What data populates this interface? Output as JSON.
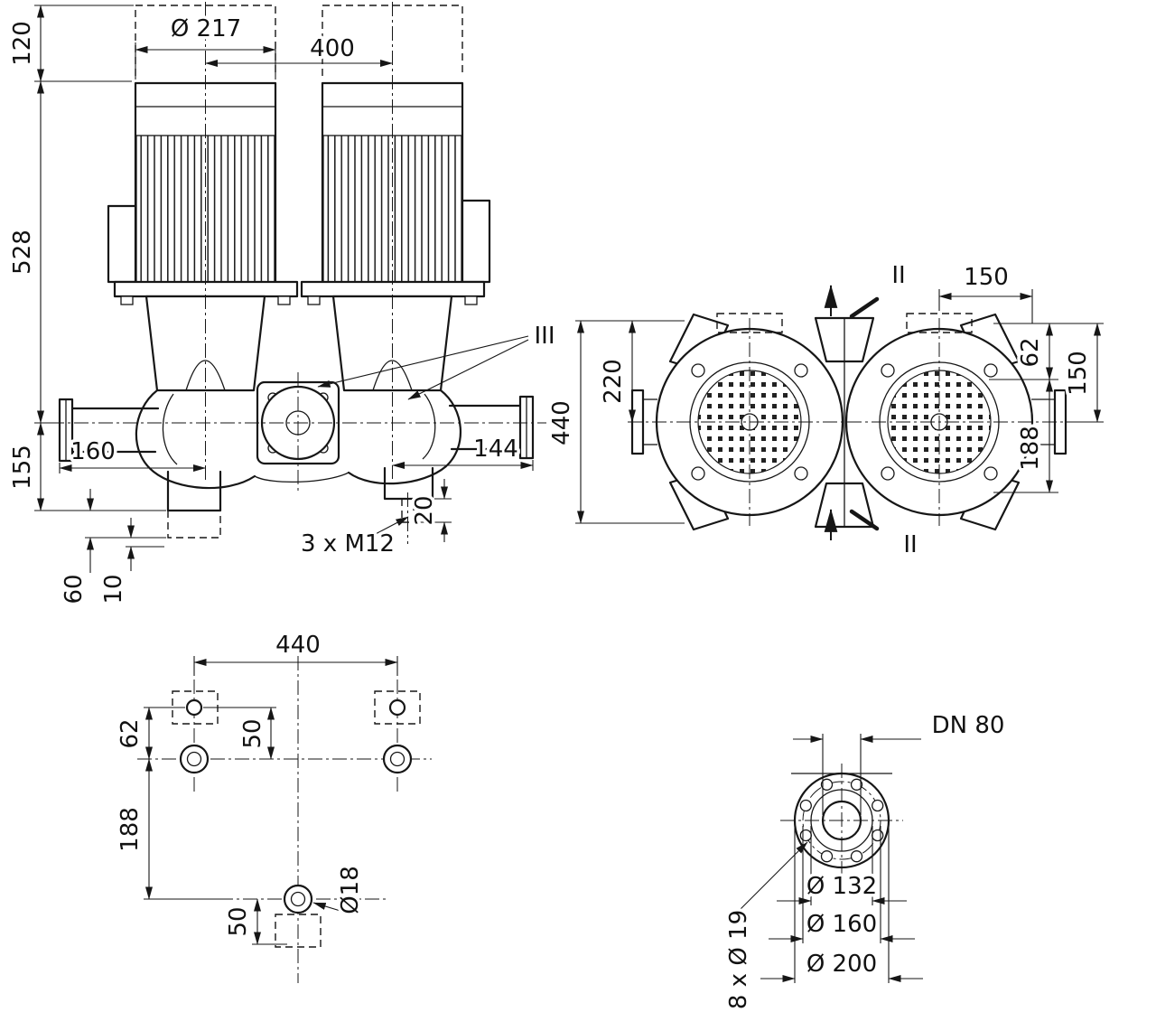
{
  "style": {
    "ink": "#161616",
    "background": "#ffffff"
  },
  "drawing": {
    "front_view": {
      "motor_diameter": "Ø 217",
      "motor_spacing": "400",
      "dim_top": "120",
      "dim_height": "528",
      "dim_base": "155",
      "dim_port_left": "160",
      "dim_port_right": "144",
      "dim_drain_depth": "20",
      "thread_callout": "3 x M12",
      "dim_foot_60": "60",
      "dim_foot_10": "10",
      "section_marker": "III"
    },
    "top_view": {
      "dim_150_top": "150",
      "dim_220": "220",
      "dim_440": "440",
      "dim_62": "62",
      "dim_150_right": "150",
      "dim_188": "188",
      "section_marker_top": "II",
      "section_marker_bottom": "II"
    },
    "base_view": {
      "dim_440": "440",
      "dim_50_top": "50",
      "dim_62": "62",
      "dim_188": "188",
      "dim_50_bottom": "50",
      "hole_callout": "Ø18"
    },
    "flange_view": {
      "nominal": "DN 80",
      "dia_132": "Ø 132",
      "dia_160": "Ø 160",
      "dia_200": "Ø 200",
      "bolt_callout": "8 x Ø 19"
    }
  }
}
